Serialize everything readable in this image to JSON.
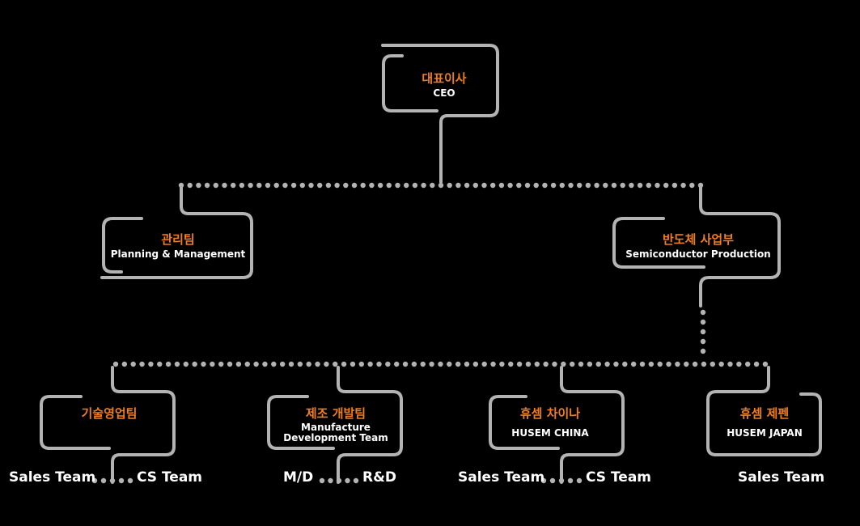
{
  "ceo": {
    "ko": "대표이사",
    "en": "CEO"
  },
  "management": {
    "ko": "관리팀",
    "en": "Planning & Management"
  },
  "semiconductor": {
    "ko": "반도체 사업부",
    "en": "Semiconductor Production"
  },
  "tech_sales": {
    "ko": "기술영업팀",
    "sub_left": "Sales Team",
    "sub_right": "CS Team"
  },
  "manufacture": {
    "ko": "제조 개발팀",
    "en_line1": "Manufacture",
    "en_line2": "Development Team",
    "sub_left": "M/D",
    "sub_right": "R&D"
  },
  "husem_china": {
    "ko": "휴셈 차이나",
    "en": "HUSEM CHINA",
    "sub_left": "Sales Team",
    "sub_right": "CS Team"
  },
  "husem_japan": {
    "ko": "휴셈 제펜",
    "en": "HUSEM JAPAN",
    "sub": "Sales Team"
  },
  "colors": {
    "background": "#000000",
    "line": "#b3b3b3",
    "accent": "#f07d1e",
    "text": "#ffffff"
  }
}
